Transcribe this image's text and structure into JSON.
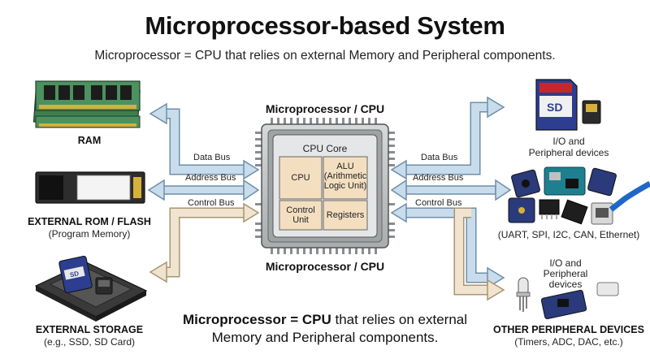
{
  "title": "Microprocessor-based System",
  "subtitle": "Microprocessor = CPU that relies on external Memory and Peripheral components.",
  "cpu": {
    "top_label": "Microprocessor / CPU",
    "bottom_label": "Microprocessor / CPU",
    "core_label": "CPU Core",
    "blocks": {
      "cpu": "CPU",
      "alu_lines": [
        "ALU",
        "(Arithmetic",
        "Logic Unit)"
      ],
      "control_lines": [
        "Control",
        "Unit"
      ],
      "registers": "Registers"
    }
  },
  "left_buses": [
    "Data Bus",
    "Address Bus",
    "Control Bus"
  ],
  "right_buses": [
    "Data Bus",
    "Address Bus",
    "Control Bus"
  ],
  "left_components": {
    "ram": {
      "title": "RAM",
      "icon": "ram-module-icon"
    },
    "rom": {
      "title": "EXTERNAL ROM / FLASH",
      "sub": "(Program Memory)",
      "icon": "flash-chip-icon"
    },
    "storage": {
      "title": "EXTERNAL STORAGE",
      "sub": "(e.g., SSD, SD Card)",
      "icon": "storage-drive-icon"
    }
  },
  "right_components": {
    "io_top": {
      "lines": [
        "I/O and",
        "Peripheral devices"
      ],
      "icon": "sd-card-icon"
    },
    "interfaces": {
      "text": "(UART, SPI, I2C, CAN, Ethernet)",
      "icon": "board-modules-icon"
    },
    "io_lower": {
      "lines": [
        "I/O and",
        "Peripheral",
        "devices"
      ],
      "icon": "sensor-led-icon"
    },
    "other": {
      "title": "OTHER PERIPHERAL DEVICES",
      "sub": "(Timers, ADC, DAC, etc.)"
    }
  },
  "caption": {
    "bold": "Microprocessor = CPU",
    "rest_line1": " that relies on external",
    "line2": "Memory and Peripheral components."
  },
  "colors": {
    "bus_blue": "#c8dcec",
    "bus_beige": "#f0e4d0",
    "chip_gray": "#b9bdbe",
    "core_beige": "#f3dfc0",
    "ram_green": "#3f7f4f"
  }
}
